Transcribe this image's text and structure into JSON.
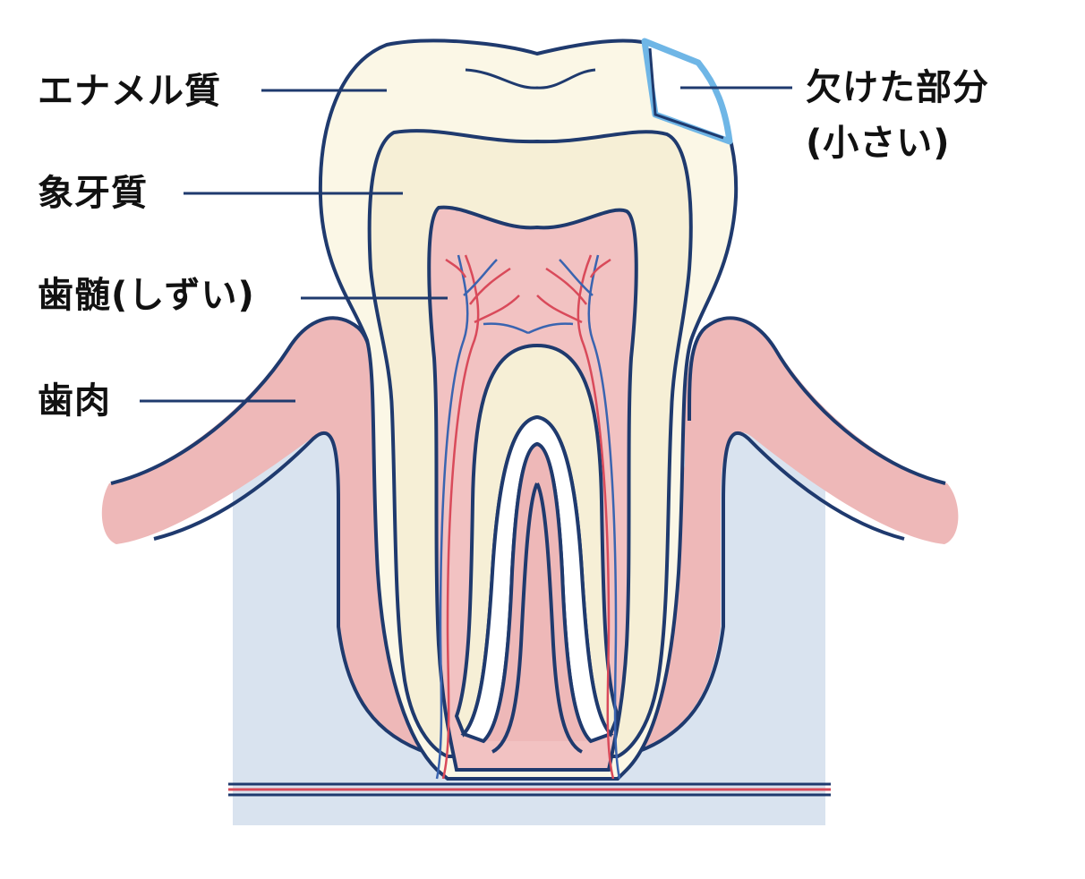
{
  "labels": {
    "enamel": "エナメル質",
    "dentin": "象牙質",
    "pulp": "歯髄(しずい)",
    "gum": "歯肉",
    "chipped_line1": "欠けた部分",
    "chipped_line2": "(小さい)"
  },
  "colors": {
    "outline": "#1f3a6e",
    "enamel_fill": "#fbf7e6",
    "dentin_fill": "#f6efd6",
    "pulp_fill": "#f2c2c2",
    "gum_fill": "#eeb8b8",
    "bone_fill": "#d9e3ef",
    "artery": "#d94a5a",
    "vein": "#3a64b0",
    "chip_highlight": "#6fb6e6",
    "leader_line": "#1f3a6e"
  }
}
